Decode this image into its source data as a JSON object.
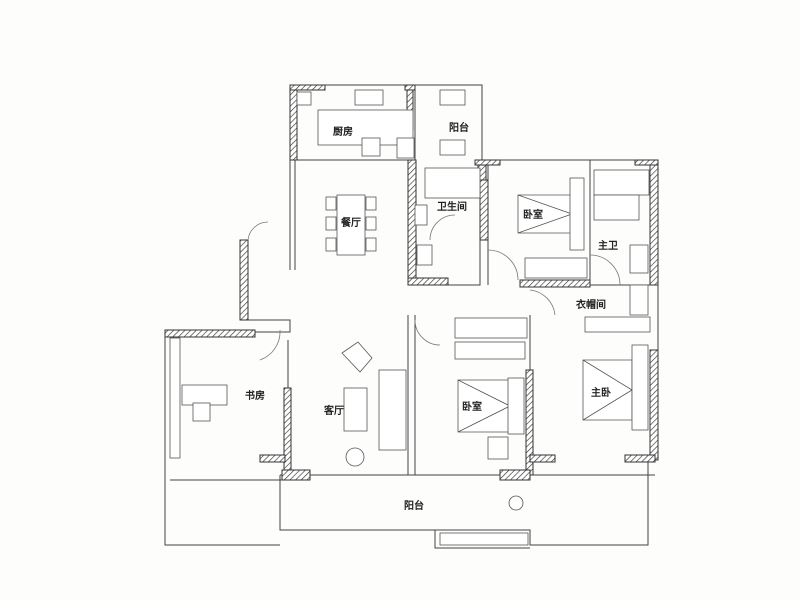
{
  "plan": {
    "rooms": {
      "kitchen": "厨房",
      "balcony_north": "阳台",
      "dining": "餐厅",
      "bathroom": "卫生间",
      "bedroom_north": "卧室",
      "master_bath": "主卫",
      "walk_in_closet": "衣帽间",
      "study": "书房",
      "living": "客厅",
      "bedroom_south": "卧室",
      "master_bedroom": "主卧",
      "balcony_south": "阳台"
    },
    "colors": {
      "wall": "#333333",
      "background": "#fdfdfb"
    }
  }
}
